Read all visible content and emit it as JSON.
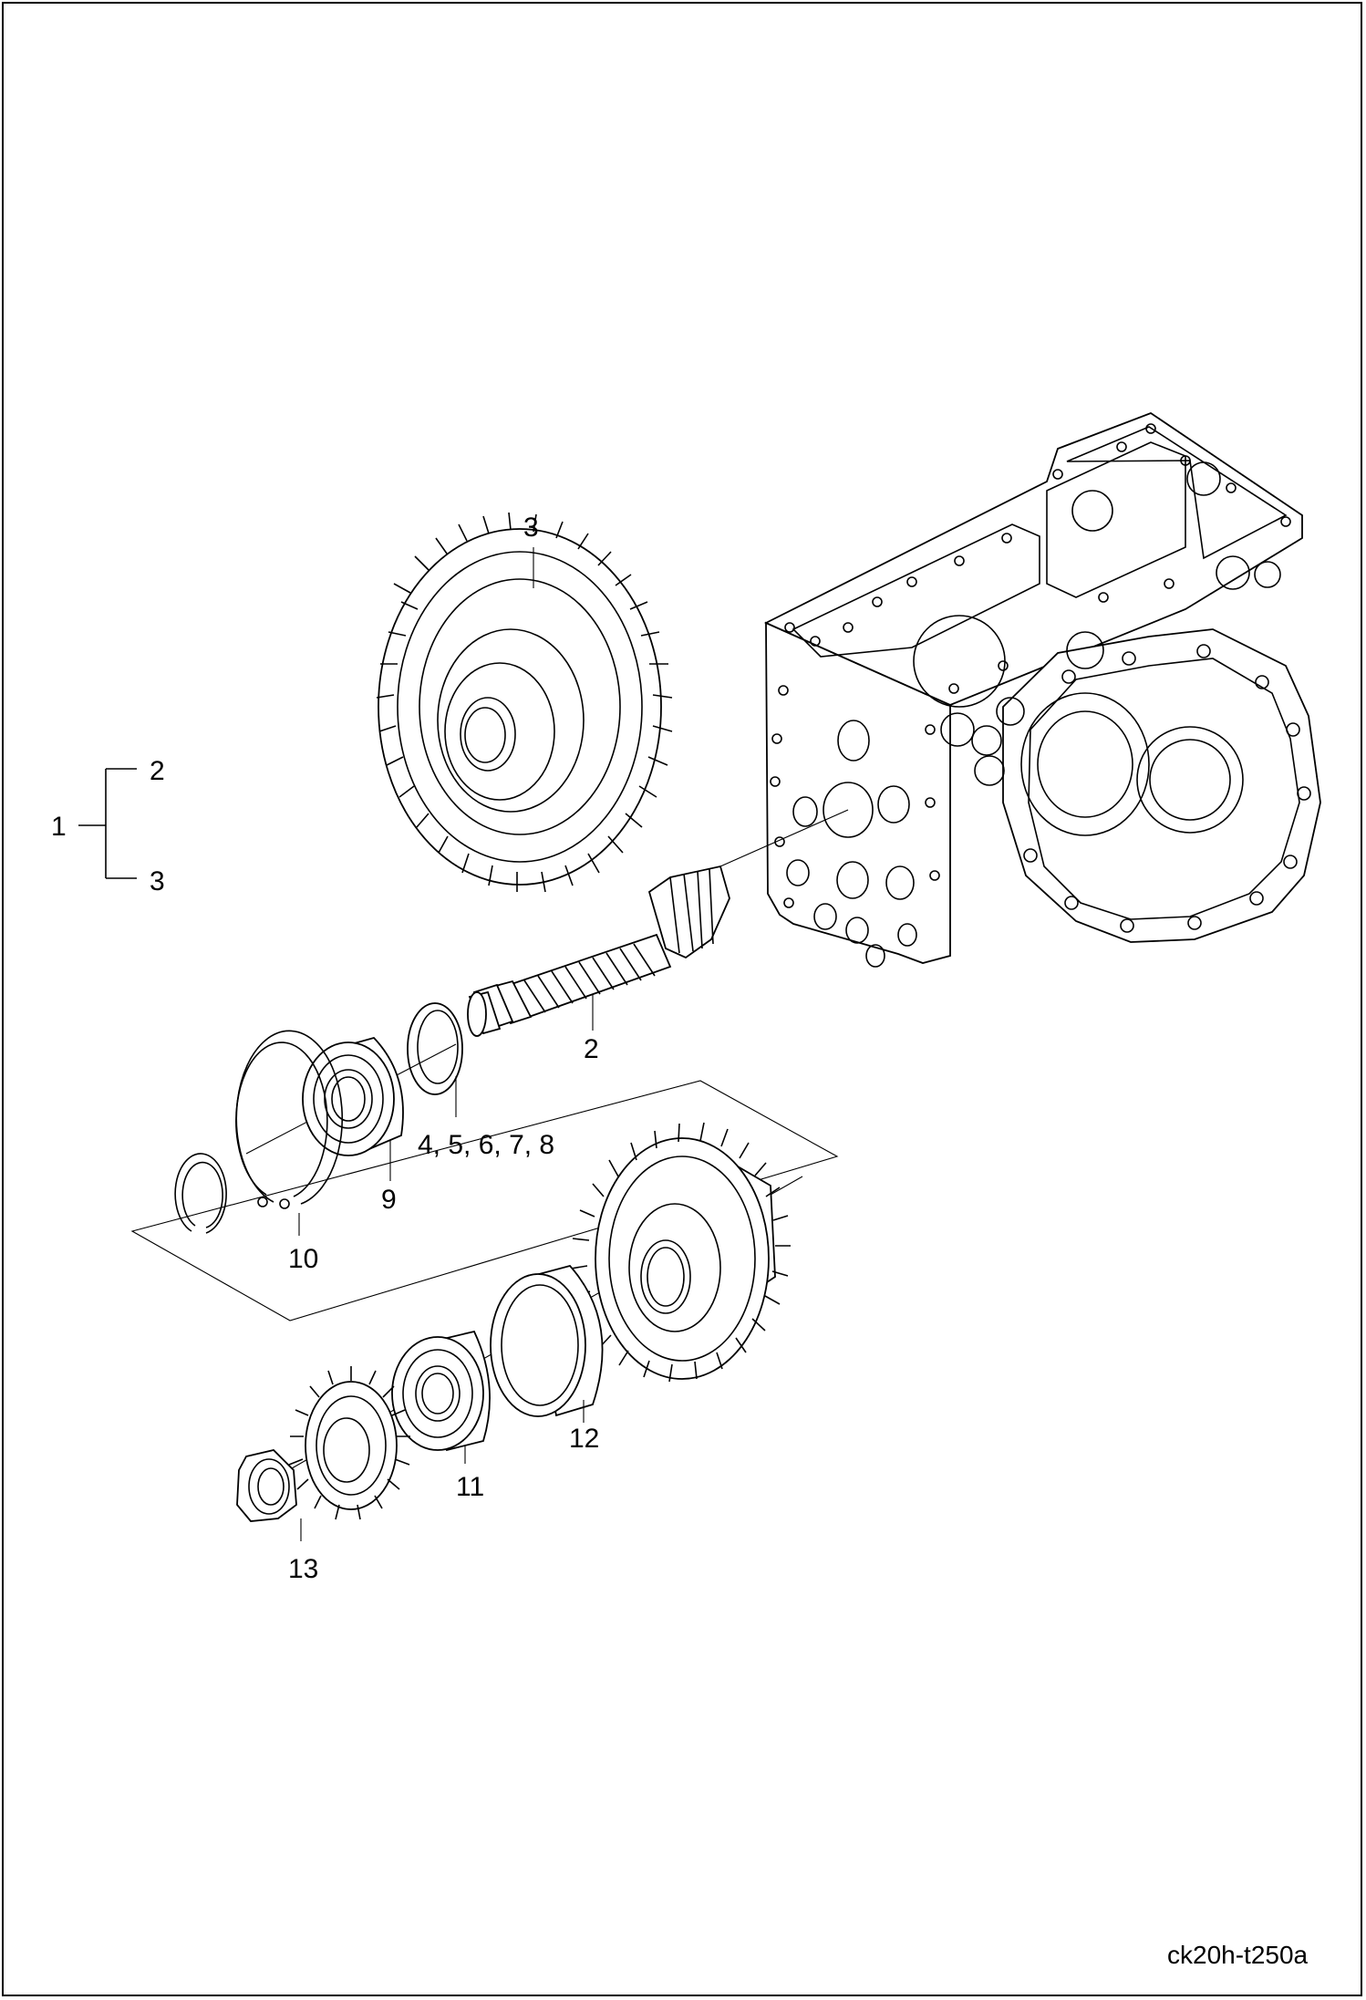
{
  "diagram": {
    "drawing_code": "ck20h-t250a",
    "group": {
      "parent": "1",
      "children": [
        "2",
        "3"
      ]
    },
    "callouts": [
      {
        "id": "label-3-top",
        "text": "3"
      },
      {
        "id": "label-2-shaft",
        "text": "2"
      },
      {
        "id": "label-4-8",
        "text": "4, 5, 6, 7, 8"
      },
      {
        "id": "label-9",
        "text": "9"
      },
      {
        "id": "label-10",
        "text": "10"
      },
      {
        "id": "label-11",
        "text": "11"
      },
      {
        "id": "label-12",
        "text": "12"
      },
      {
        "id": "label-13",
        "text": "13"
      }
    ]
  }
}
